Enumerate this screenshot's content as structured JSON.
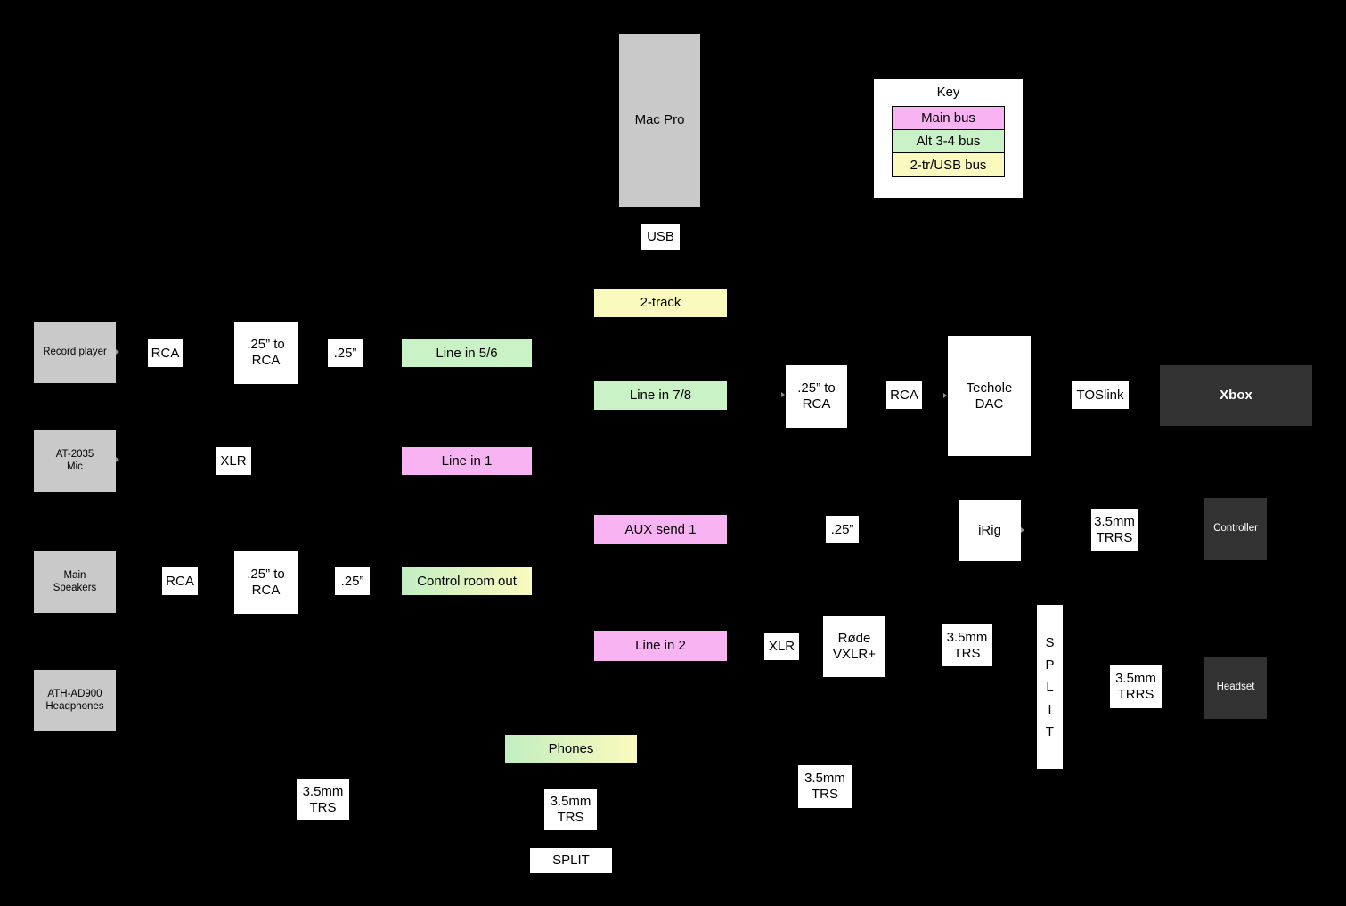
{
  "key": {
    "title": "Key",
    "items": [
      {
        "label": "Main bus",
        "color": "#f8b3f3"
      },
      {
        "label": "Alt 3-4 bus",
        "color": "#c9f2c6"
      },
      {
        "label": "2-tr/USB bus",
        "color": "#fafabe"
      }
    ]
  },
  "colors": {
    "background": "#000000",
    "device_gray": "#c9c9c9",
    "connector_white": "#ffffff",
    "main_bus_pink": "#f8b3f3",
    "alt_bus_green": "#c9f2c6",
    "usb_bus_yellow": "#fafabe",
    "console_dark": "#323232"
  },
  "nodes": {
    "mac_pro": "Mac Pro",
    "usb": "USB",
    "two_track": "2-track",
    "record_player": "Record player",
    "rca_1": "RCA",
    "qtr_to_rca_1": ".25” to\nRCA",
    "qtr_1": ".25”",
    "line_in_56": "Line in 5/6",
    "line_in_78": "Line in 7/8",
    "qtr_to_rca_2": ".25” to\nRCA",
    "rca_2": "RCA",
    "techole_dac": "Techole\nDAC",
    "toslink": "TOSlink",
    "xbox": "Xbox",
    "at2035_mic": "AT-2035\nMic",
    "xlr_1": "XLR",
    "line_in_1": "Line in 1",
    "aux_send_1": "AUX send 1",
    "qtr_2": ".25”",
    "irig": "iRig",
    "trrs_1": "3.5mm\nTRRS",
    "controller": "Controller",
    "main_speakers": "Main\nSpeakers",
    "rca_3": "RCA",
    "qtr_to_rca_3": ".25” to\nRCA",
    "qtr_3": ".25”",
    "control_room_out": "Control room out",
    "line_in_2": "Line in 2",
    "xlr_2": "XLR",
    "rode_vxlr": "Røde\nVXLR+",
    "trs_1": "3.5mm\nTRS",
    "split_vertical": "S\nP\nL\nI\nT",
    "trrs_2": "3.5mm\nTRRS",
    "headset": "Headset",
    "ath_ad900": "ATH-AD900\nHeadphones",
    "phones": "Phones",
    "trs_left": "3.5mm\nTRS",
    "trs_center": "3.5mm\nTRS",
    "split_bottom": "SPLIT",
    "trs_right": "3.5mm\nTRS"
  }
}
